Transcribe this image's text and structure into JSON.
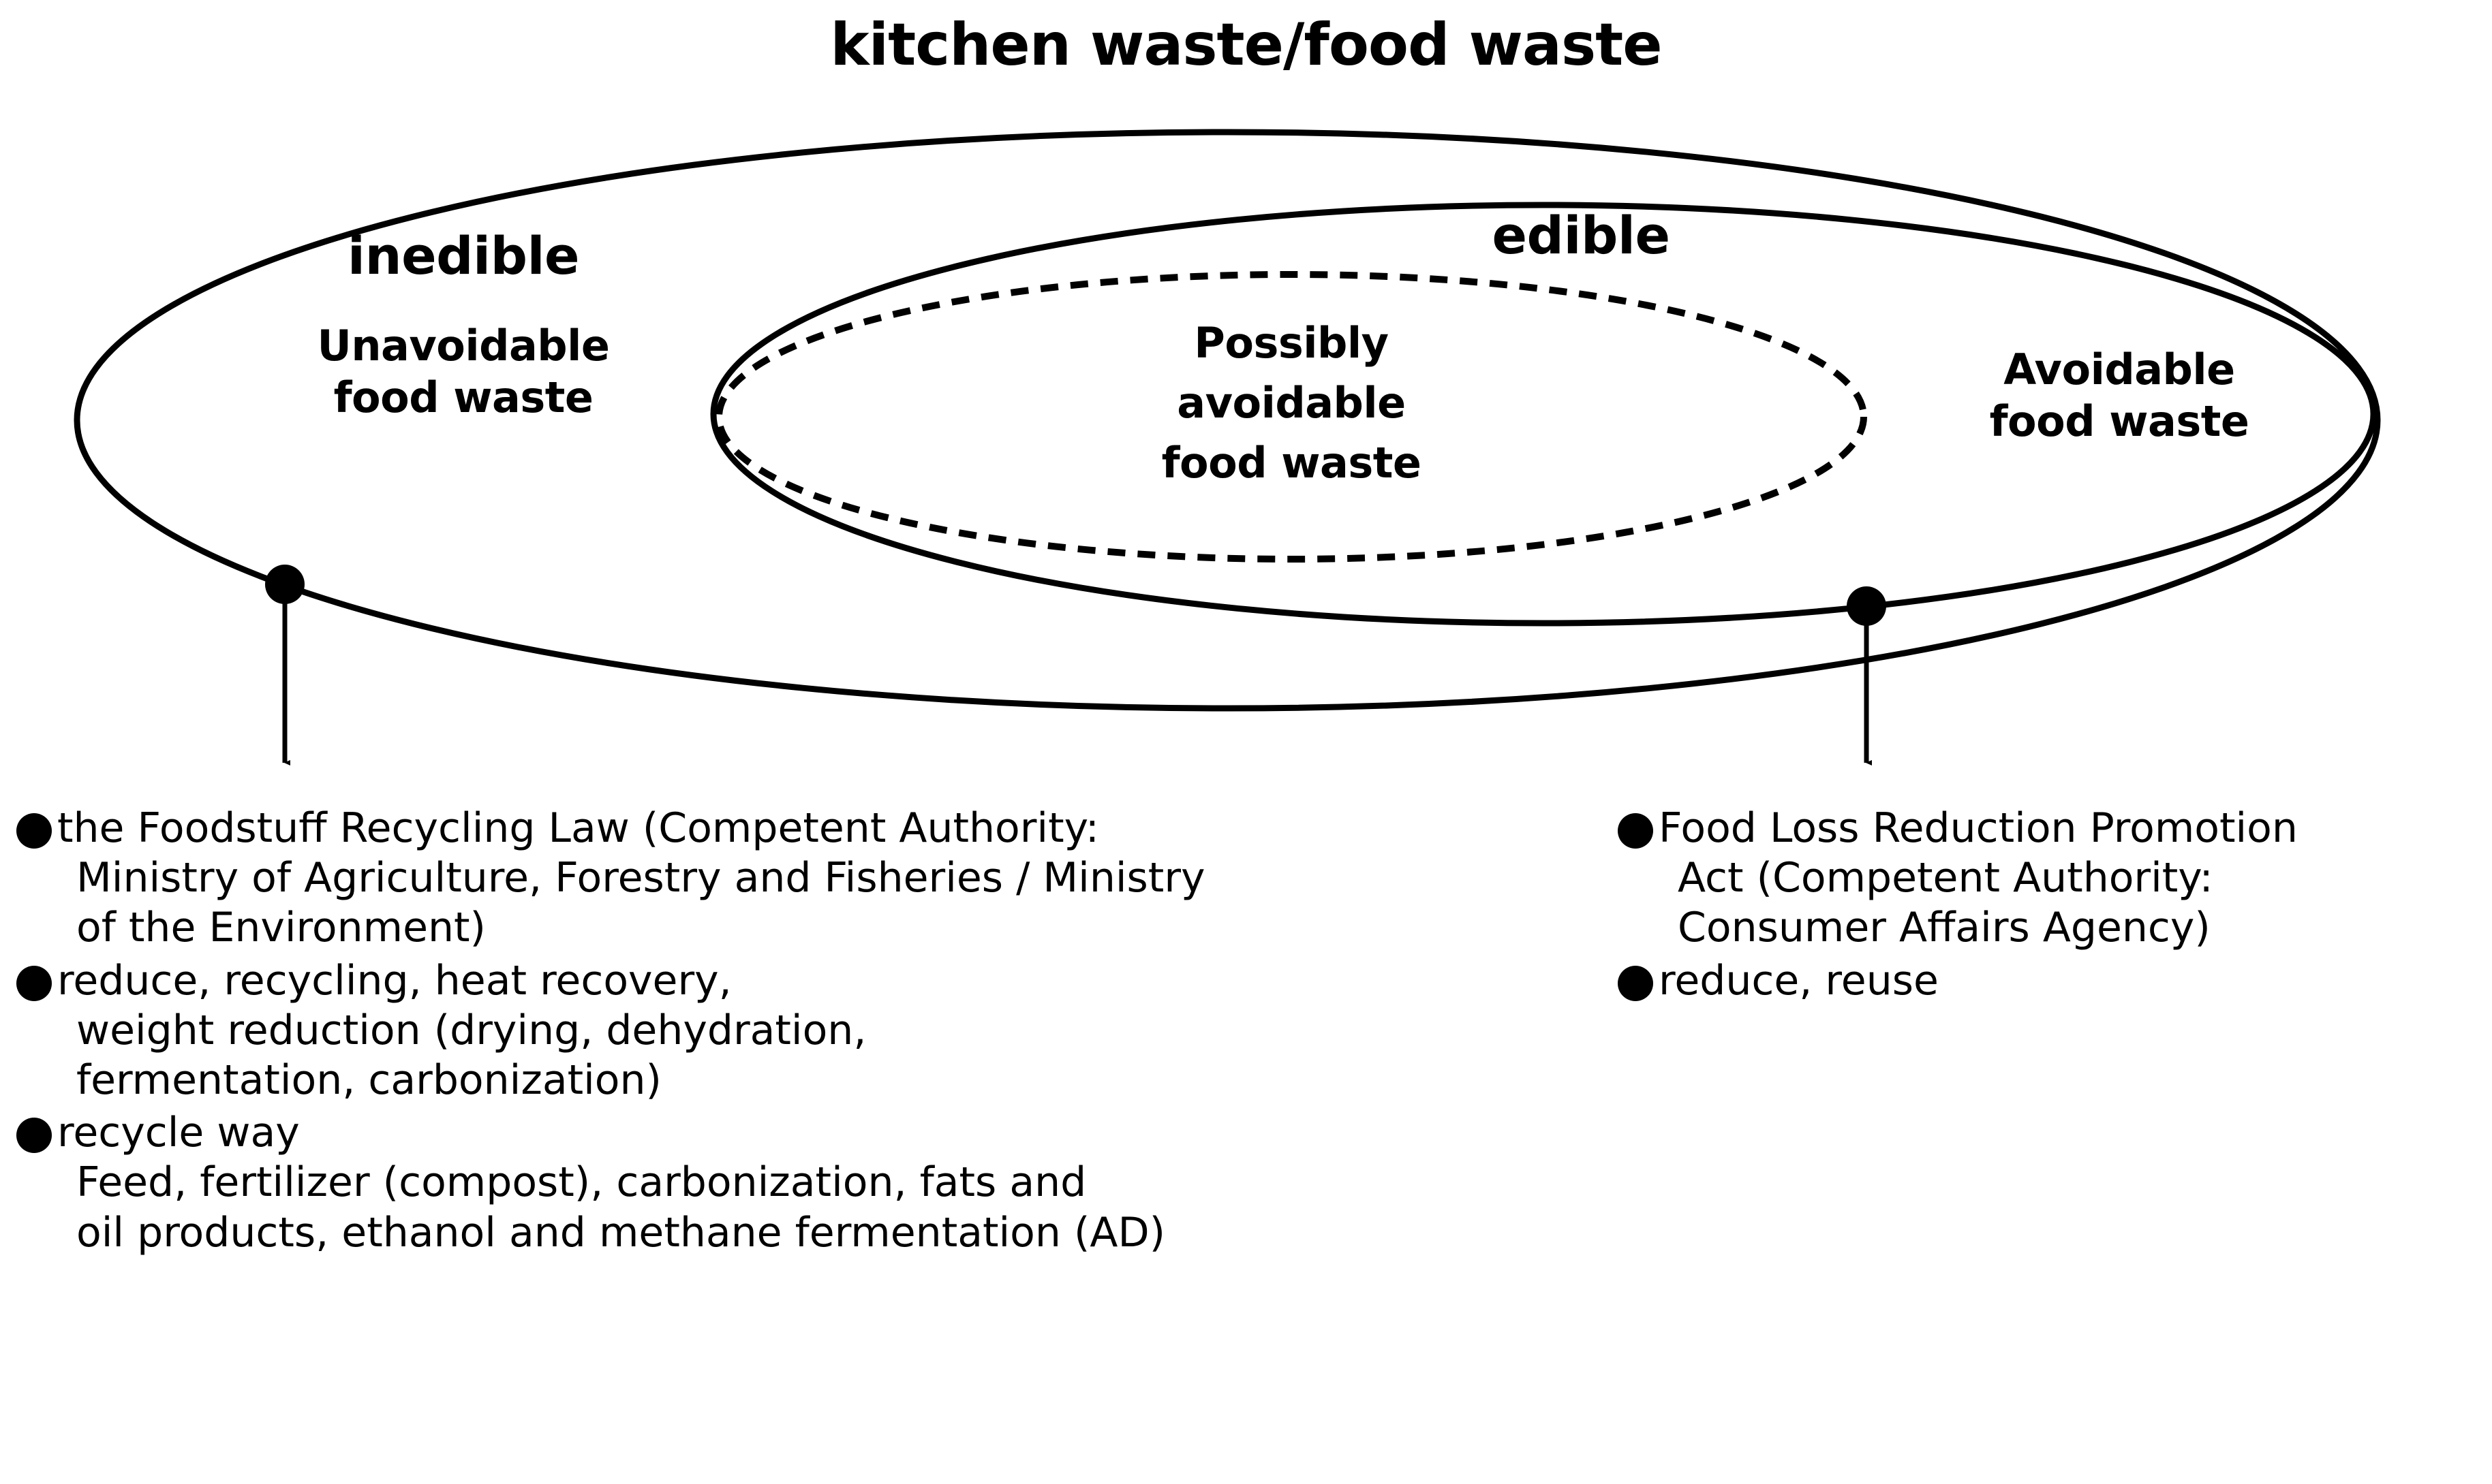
{
  "diagram": {
    "title": "kitchen waste/food waste",
    "regions": {
      "outer_left_label": "inedible",
      "outer_left_sub": "Unavoidable\nfood waste",
      "middle_label": "edible",
      "middle_right_sub": "Avoidable\nfood waste",
      "inner_label": "Possibly\navoidable\nfood waste"
    },
    "connector_dot_icon": "filled-circle-node",
    "arrow_icon": "down-arrow"
  },
  "colors": {
    "stroke": "#000000",
    "background": "#ffffff"
  },
  "left_column": {
    "items": [
      {
        "bullet": "●",
        "lines": [
          "the Foodstuff Recycling Law (Competent Authority:",
          "Ministry of Agriculture, Forestry and Fisheries / Ministry",
          "of the Environment)"
        ]
      },
      {
        "bullet": "●",
        "lines": [
          "reduce, recycling, heat recovery,",
          "weight reduction (drying, dehydration,",
          "fermentation, carbonization)"
        ]
      },
      {
        "bullet": "●",
        "lines": [
          "recycle way",
          "Feed, fertilizer (compost), carbonization, fats and",
          "oil products, ethanol and methane fermentation (AD)"
        ]
      }
    ]
  },
  "right_column": {
    "items": [
      {
        "bullet": "●",
        "lines": [
          "Food Loss Reduction Promotion",
          "Act (Competent Authority:",
          "Consumer Affairs Agency)"
        ]
      },
      {
        "bullet": "●",
        "lines": [
          "reduce, reuse"
        ]
      }
    ]
  }
}
